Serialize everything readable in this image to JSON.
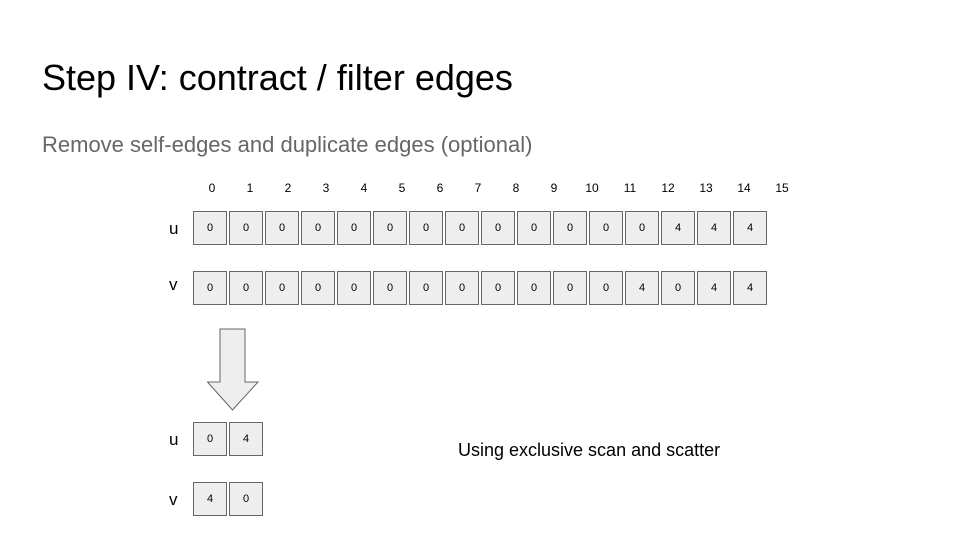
{
  "slide": {
    "title": "Step IV: contract / filter edges",
    "subtitle": "Remove self-edges and duplicate edges (optional)",
    "note": "Using exclusive scan and scatter"
  },
  "indices": [
    "0",
    "1",
    "2",
    "3",
    "4",
    "5",
    "6",
    "7",
    "8",
    "9",
    "10",
    "11",
    "12",
    "13",
    "14",
    "15"
  ],
  "before": {
    "u": {
      "label": "u",
      "values": [
        "0",
        "0",
        "0",
        "0",
        "0",
        "0",
        "0",
        "0",
        "0",
        "0",
        "0",
        "0",
        "0",
        "4",
        "4",
        "4"
      ]
    },
    "v": {
      "label": "v",
      "values": [
        "0",
        "0",
        "0",
        "0",
        "0",
        "0",
        "0",
        "0",
        "0",
        "0",
        "0",
        "0",
        "4",
        "0",
        "4",
        "4"
      ]
    }
  },
  "after": {
    "u": {
      "label": "u",
      "values": [
        "0",
        "4"
      ]
    },
    "v": {
      "label": "v",
      "values": [
        "4",
        "0"
      ]
    }
  },
  "colors": {
    "cell_fill": "#eeeeee",
    "cell_border": "#666666",
    "subtitle": "#666666"
  }
}
